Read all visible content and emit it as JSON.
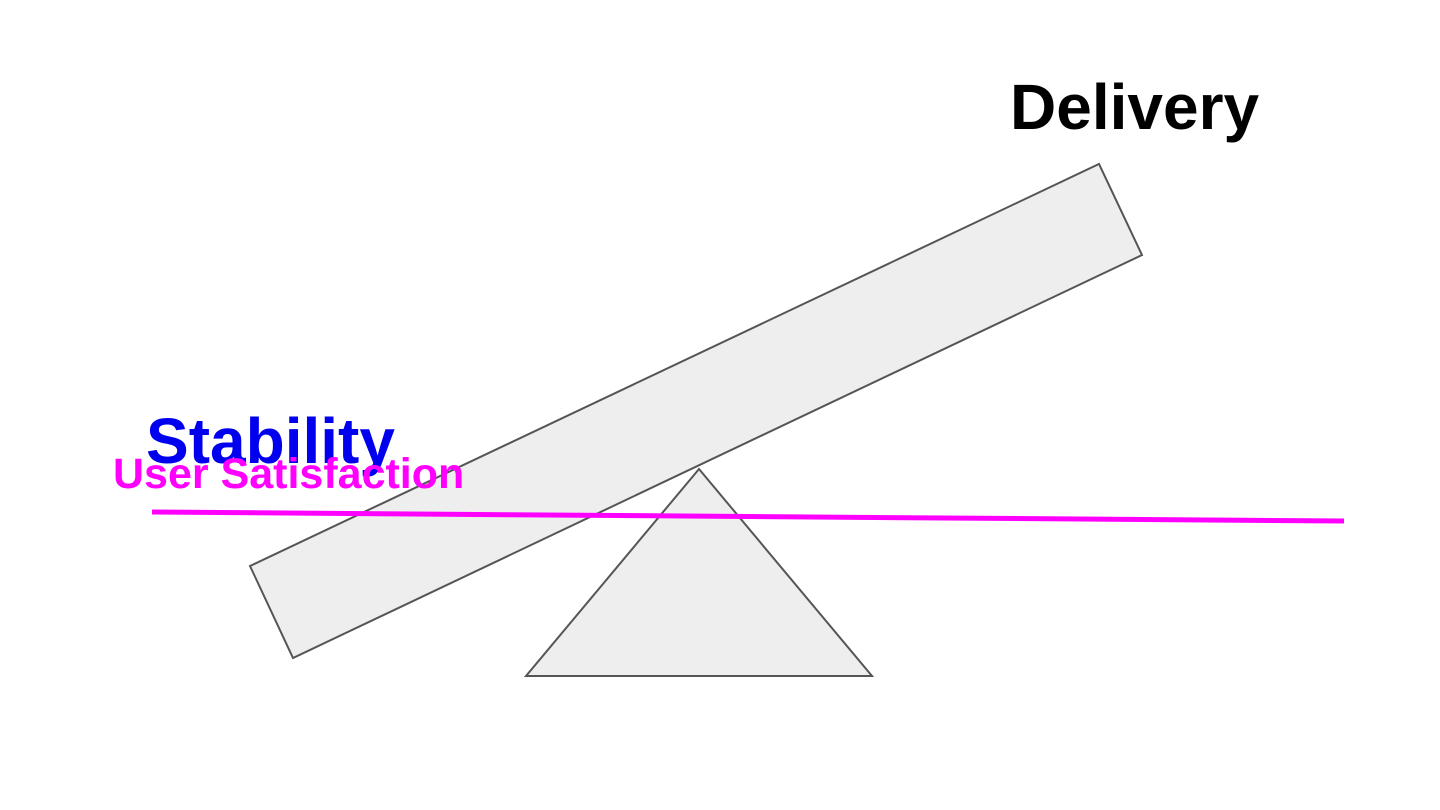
{
  "labels": {
    "delivery": "Delivery",
    "stability": "Stability",
    "user_satisfaction": "User Satisfaction"
  },
  "colors": {
    "delivery": "#000000",
    "stability": "#0000ee",
    "user_satisfaction": "#ff00ff",
    "shape_fill": "#eeeeee",
    "shape_stroke": "#555555"
  }
}
